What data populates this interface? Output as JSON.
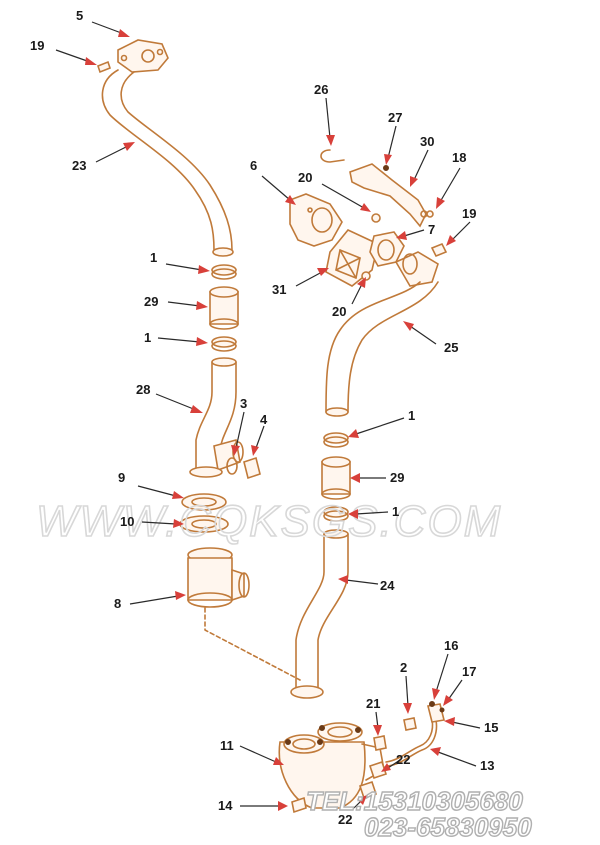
{
  "watermark": "WWW.CQKSGS.COM",
  "contact": {
    "tel": "TEL:15310305680",
    "phone2": "023-65830950"
  },
  "callouts": [
    {
      "id": "c5",
      "label": "5"
    },
    {
      "id": "c19a",
      "label": "19"
    },
    {
      "id": "c23",
      "label": "23"
    },
    {
      "id": "c1a",
      "label": "1"
    },
    {
      "id": "c29a",
      "label": "29"
    },
    {
      "id": "c1b",
      "label": "1"
    },
    {
      "id": "c28",
      "label": "28"
    },
    {
      "id": "c3",
      "label": "3"
    },
    {
      "id": "c4",
      "label": "4"
    },
    {
      "id": "c9",
      "label": "9"
    },
    {
      "id": "c10",
      "label": "10"
    },
    {
      "id": "c8",
      "label": "8"
    },
    {
      "id": "c26",
      "label": "26"
    },
    {
      "id": "c27",
      "label": "27"
    },
    {
      "id": "c30",
      "label": "30"
    },
    {
      "id": "c6",
      "label": "6"
    },
    {
      "id": "c20a",
      "label": "20"
    },
    {
      "id": "c18",
      "label": "18"
    },
    {
      "id": "c19b",
      "label": "19"
    },
    {
      "id": "c7",
      "label": "7"
    },
    {
      "id": "c31",
      "label": "31"
    },
    {
      "id": "c20b",
      "label": "20"
    },
    {
      "id": "c25",
      "label": "25"
    },
    {
      "id": "c1c",
      "label": "1"
    },
    {
      "id": "c29b",
      "label": "29"
    },
    {
      "id": "c1d",
      "label": "1"
    },
    {
      "id": "c24",
      "label": "24"
    },
    {
      "id": "c16",
      "label": "16"
    },
    {
      "id": "c2",
      "label": "2"
    },
    {
      "id": "c17",
      "label": "17"
    },
    {
      "id": "c15",
      "label": "15"
    },
    {
      "id": "c21",
      "label": "21"
    },
    {
      "id": "c13",
      "label": "13"
    },
    {
      "id": "c11",
      "label": "11"
    },
    {
      "id": "c22a",
      "label": "22"
    },
    {
      "id": "c14",
      "label": "14"
    },
    {
      "id": "c22b",
      "label": "22"
    }
  ]
}
